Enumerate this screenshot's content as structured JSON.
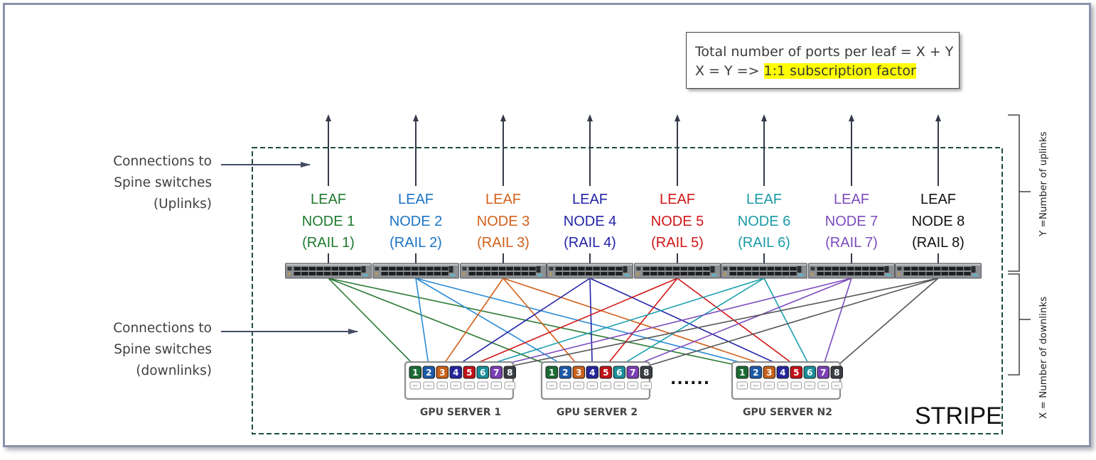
{
  "info_box": {
    "line1": "Total number of ports per leaf = X + Y",
    "line2_prefix": "X = Y => ",
    "line2_highlight": "1:1 subscription factor",
    "highlight_color": "#ffff00"
  },
  "callouts": {
    "uplinks": [
      "Connections to",
      "Spine switches",
      "(Uplinks)"
    ],
    "downlinks": [
      "Connections to",
      "Spine switches",
      "(downlinks)"
    ]
  },
  "side_labels": {
    "uplinks": "Y =Number of uplinks",
    "downlinks": "X = Number of downlinks"
  },
  "stripe_label": "STRIPE",
  "leaves": [
    {
      "line1": "LEAF",
      "line2": "NODE 1",
      "line3": "(RAIL 1)",
      "color": "#1e7a2e"
    },
    {
      "line1": "LEAF",
      "line2": "NODE 2",
      "line3": "(RAIL 2)",
      "color": "#1a73c4"
    },
    {
      "line1": "LEAF",
      "line2": "NODE 3",
      "line3": "(RAIL 3)",
      "color": "#d2601a"
    },
    {
      "line1": "LEAF",
      "line2": "NODE 4",
      "line3": "(RAIL 4)",
      "color": "#2323a8"
    },
    {
      "line1": "LEAF",
      "line2": "NODE 5",
      "line3": "(RAIL 5)",
      "color": "#d11515"
    },
    {
      "line1": "LEAF",
      "line2": "NODE 6",
      "line3": "(RAIL 6)",
      "color": "#1a9aa6"
    },
    {
      "line1": "LEAF",
      "line2": "NODE 7",
      "line3": "(RAIL 7)",
      "color": "#7c4bbd"
    },
    {
      "line1": "LEAF",
      "line2": "NODE 8",
      "line3": "(RAIL 8)",
      "color": "#111111"
    }
  ],
  "port_colors": [
    "#1b6b35",
    "#1d5aa8",
    "#c9611c",
    "#25259c",
    "#c0121a",
    "#1b8f9a",
    "#7b3fb3",
    "#3b3f44"
  ],
  "link_colors": [
    "#2a7a35",
    "#2a8ad6",
    "#d2601a",
    "#2323a8",
    "#d11515",
    "#1aa0ac",
    "#7c4bbd",
    "#555555"
  ],
  "servers": [
    {
      "label": "GPU SERVER 1",
      "ports": [
        "1",
        "2",
        "3",
        "4",
        "5",
        "6",
        "7",
        "8"
      ],
      "gpu_label": "GPU"
    },
    {
      "label": "GPU SERVER 2",
      "ports": [
        "1",
        "2",
        "3",
        "4",
        "5",
        "6",
        "7",
        "8"
      ],
      "gpu_label": "GPU"
    },
    {
      "label": "GPU SERVER N2",
      "ports": [
        "1",
        "2",
        "3",
        "4",
        "5",
        "6",
        "7",
        "8"
      ],
      "gpu_label": "GPU"
    }
  ],
  "ellipsis": "......"
}
